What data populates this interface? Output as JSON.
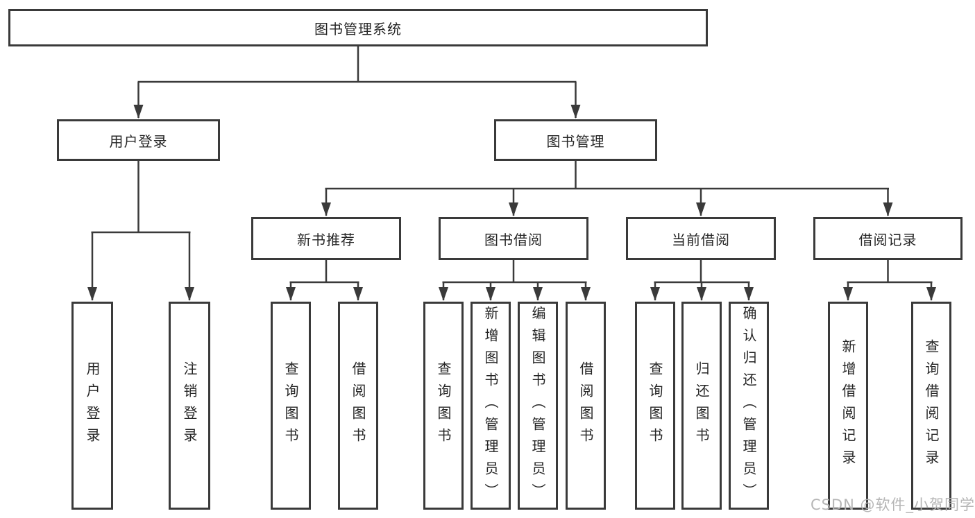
{
  "diagram": {
    "root": {
      "label": "图书管理系统"
    },
    "level2": [
      {
        "label": "用户登录"
      },
      {
        "label": "图书管理"
      }
    ],
    "level3": [
      {
        "parent": "图书管理",
        "label": "新书推荐"
      },
      {
        "parent": "图书管理",
        "label": "图书借阅"
      },
      {
        "parent": "图书管理",
        "label": "当前借阅"
      },
      {
        "parent": "图书管理",
        "label": "借阅记录"
      }
    ],
    "leaves": [
      {
        "parent": "用户登录",
        "label": "用户登录"
      },
      {
        "parent": "用户登录",
        "label": "注销登录"
      },
      {
        "parent": "新书推荐",
        "label": "查询图书"
      },
      {
        "parent": "新书推荐",
        "label": "借阅图书"
      },
      {
        "parent": "图书借阅",
        "label": "查询图书"
      },
      {
        "parent": "图书借阅",
        "label": "新增图书（管理员）"
      },
      {
        "parent": "图书借阅",
        "label": "编辑图书（管理员）"
      },
      {
        "parent": "图书借阅",
        "label": "借阅图书"
      },
      {
        "parent": "当前借阅",
        "label": "查询图书"
      },
      {
        "parent": "当前借阅",
        "label": "归还图书"
      },
      {
        "parent": "当前借阅",
        "label": "确认归还（管理员）"
      },
      {
        "parent": "借阅记录",
        "label": "新增借阅记录"
      },
      {
        "parent": "借阅记录",
        "label": "查询借阅记录"
      }
    ]
  },
  "watermark": "CSDN @软件_小贺同学",
  "colors": {
    "line": "#3a3a3a",
    "box_border": "#3a3a3a",
    "text": "#262626",
    "watermark": "#b2b2b2",
    "background": "#ffffff"
  }
}
